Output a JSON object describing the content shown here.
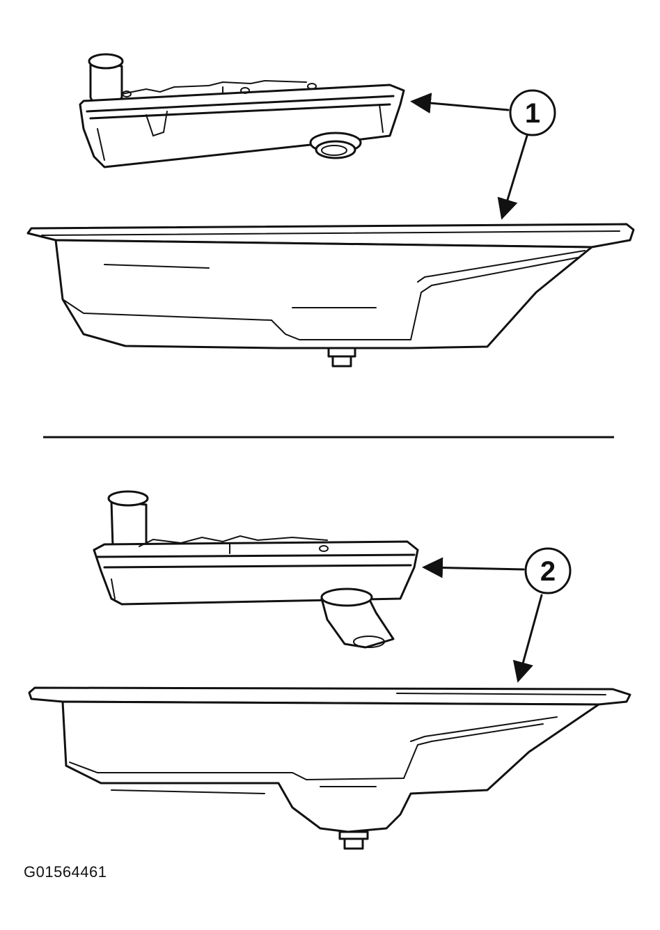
{
  "callouts": [
    {
      "label": "1"
    },
    {
      "label": "2"
    }
  ],
  "figure_id": "G01564461",
  "colors": {
    "line": "#111111",
    "background": "#ffffff"
  }
}
